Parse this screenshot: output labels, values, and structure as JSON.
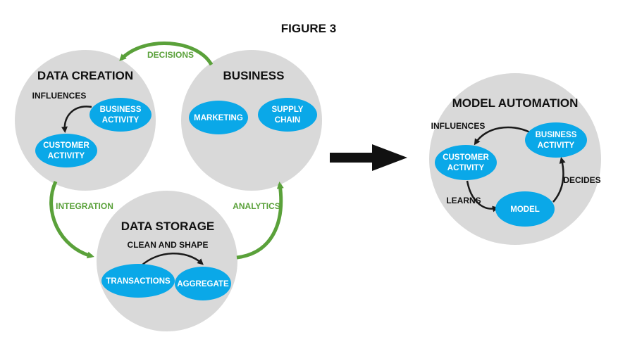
{
  "figure_title": "FIGURE 3",
  "colors": {
    "circle_fill": "#d9d9d9",
    "oval_fill": "#0aa8e8",
    "oval_text": "#ffffff",
    "green_arrow": "#5aa13a",
    "dark_arrow": "#1a1a1a"
  },
  "left_cycle": {
    "data_creation": {
      "title": "DATA CREATION",
      "influences_label": "INFLUENCES",
      "business_activity": [
        "BUSINESS",
        "ACTIVITY"
      ],
      "customer_activity": [
        "CUSTOMER",
        "ACTIVITY"
      ]
    },
    "business": {
      "title": "BUSINESS",
      "marketing": [
        "MARKETING"
      ],
      "supply_chain": [
        "SUPPLY",
        "CHAIN"
      ]
    },
    "data_storage": {
      "title": "DATA STORAGE",
      "clean_label": "CLEAN AND SHAPE",
      "transactions": [
        "TRANSACTIONS"
      ],
      "aggregate": [
        "AGGREGATE"
      ]
    },
    "connectors": {
      "decisions": "DECISIONS",
      "integration": "INTEGRATION",
      "analytics": "ANALYTICS"
    }
  },
  "model_automation": {
    "title": "MODEL AUTOMATION",
    "influences_label": "INFLUENCES",
    "learns_label": "LEARNS",
    "decides_label": "DECIDES",
    "customer_activity": [
      "CUSTOMER",
      "ACTIVITY"
    ],
    "business_activity": [
      "BUSINESS",
      "ACTIVITY"
    ],
    "model": [
      "MODEL"
    ]
  }
}
